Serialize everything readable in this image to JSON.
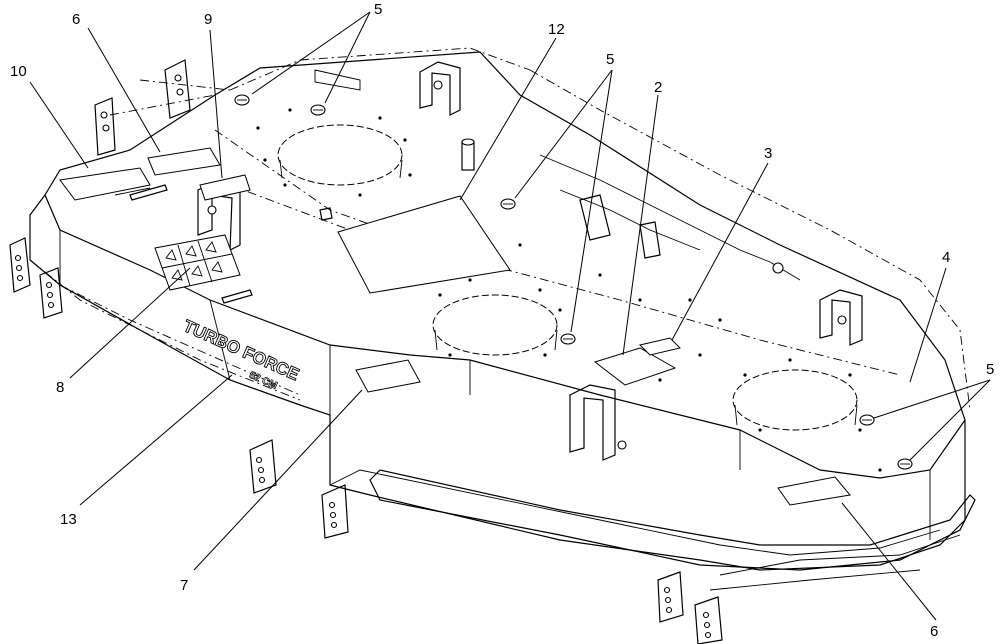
{
  "diagram": {
    "emboss_lines": [
      "TURBO FORCE",
      "52 CM"
    ],
    "callouts": [
      {
        "id": "c5a",
        "label": "5"
      },
      {
        "id": "c6a",
        "label": "6"
      },
      {
        "id": "c9",
        "label": "9"
      },
      {
        "id": "c10",
        "label": "10"
      },
      {
        "id": "c12",
        "label": "12"
      },
      {
        "id": "c5b",
        "label": "5"
      },
      {
        "id": "c2",
        "label": "2"
      },
      {
        "id": "c3",
        "label": "3"
      },
      {
        "id": "c4",
        "label": "4"
      },
      {
        "id": "c5c",
        "label": "5"
      },
      {
        "id": "c8",
        "label": "8"
      },
      {
        "id": "c13",
        "label": "13"
      },
      {
        "id": "c7",
        "label": "7"
      },
      {
        "id": "c6b",
        "label": "6"
      }
    ]
  }
}
